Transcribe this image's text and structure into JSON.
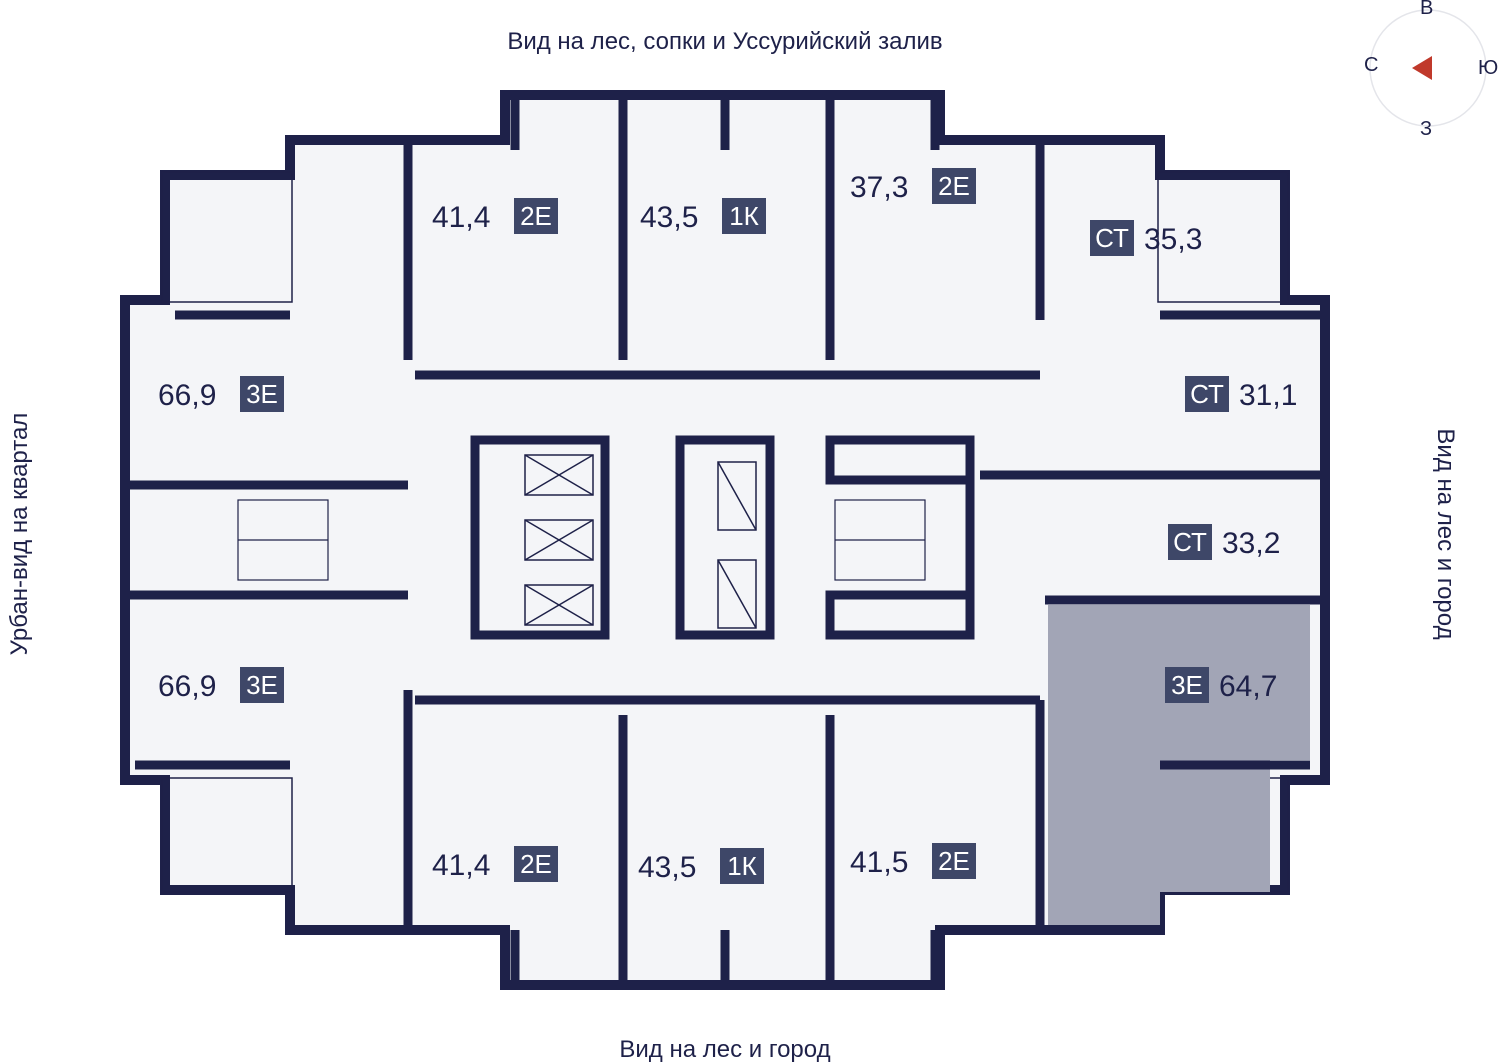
{
  "views": {
    "top": "Вид на лес, сопки и Уссурийский залив",
    "bottom": "Вид на лес и город",
    "left": "Урбан-вид на квартал",
    "right": "Вид на лес и город"
  },
  "compass": {
    "north": "С",
    "south": "Ю",
    "east": "В",
    "west": "З",
    "arrow_color": "#c0392b"
  },
  "colors": {
    "wall": "#1e2149",
    "room": "#f4f5f8",
    "selected": "#a2a5b6",
    "badge": "#3e4768"
  },
  "apartments": [
    {
      "id": "a1",
      "area": "41,4",
      "type": "2Е",
      "selected": false
    },
    {
      "id": "a2",
      "area": "43,5",
      "type": "1К",
      "selected": false
    },
    {
      "id": "a3",
      "area": "37,3",
      "type": "2Е",
      "selected": false
    },
    {
      "id": "a4",
      "area": "35,3",
      "type": "СТ",
      "selected": false
    },
    {
      "id": "a5",
      "area": "66,9",
      "type": "3Е",
      "selected": false
    },
    {
      "id": "a6",
      "area": "31,1",
      "type": "СТ",
      "selected": false
    },
    {
      "id": "a7",
      "area": "33,2",
      "type": "СТ",
      "selected": false
    },
    {
      "id": "a8",
      "area": "66,9",
      "type": "3Е",
      "selected": false
    },
    {
      "id": "a9",
      "area": "64,7",
      "type": "3Е",
      "selected": true
    },
    {
      "id": "a10",
      "area": "41,4",
      "type": "2Е",
      "selected": false
    },
    {
      "id": "a11",
      "area": "43,5",
      "type": "1К",
      "selected": false
    },
    {
      "id": "a12",
      "area": "41,5",
      "type": "2Е",
      "selected": false
    }
  ]
}
